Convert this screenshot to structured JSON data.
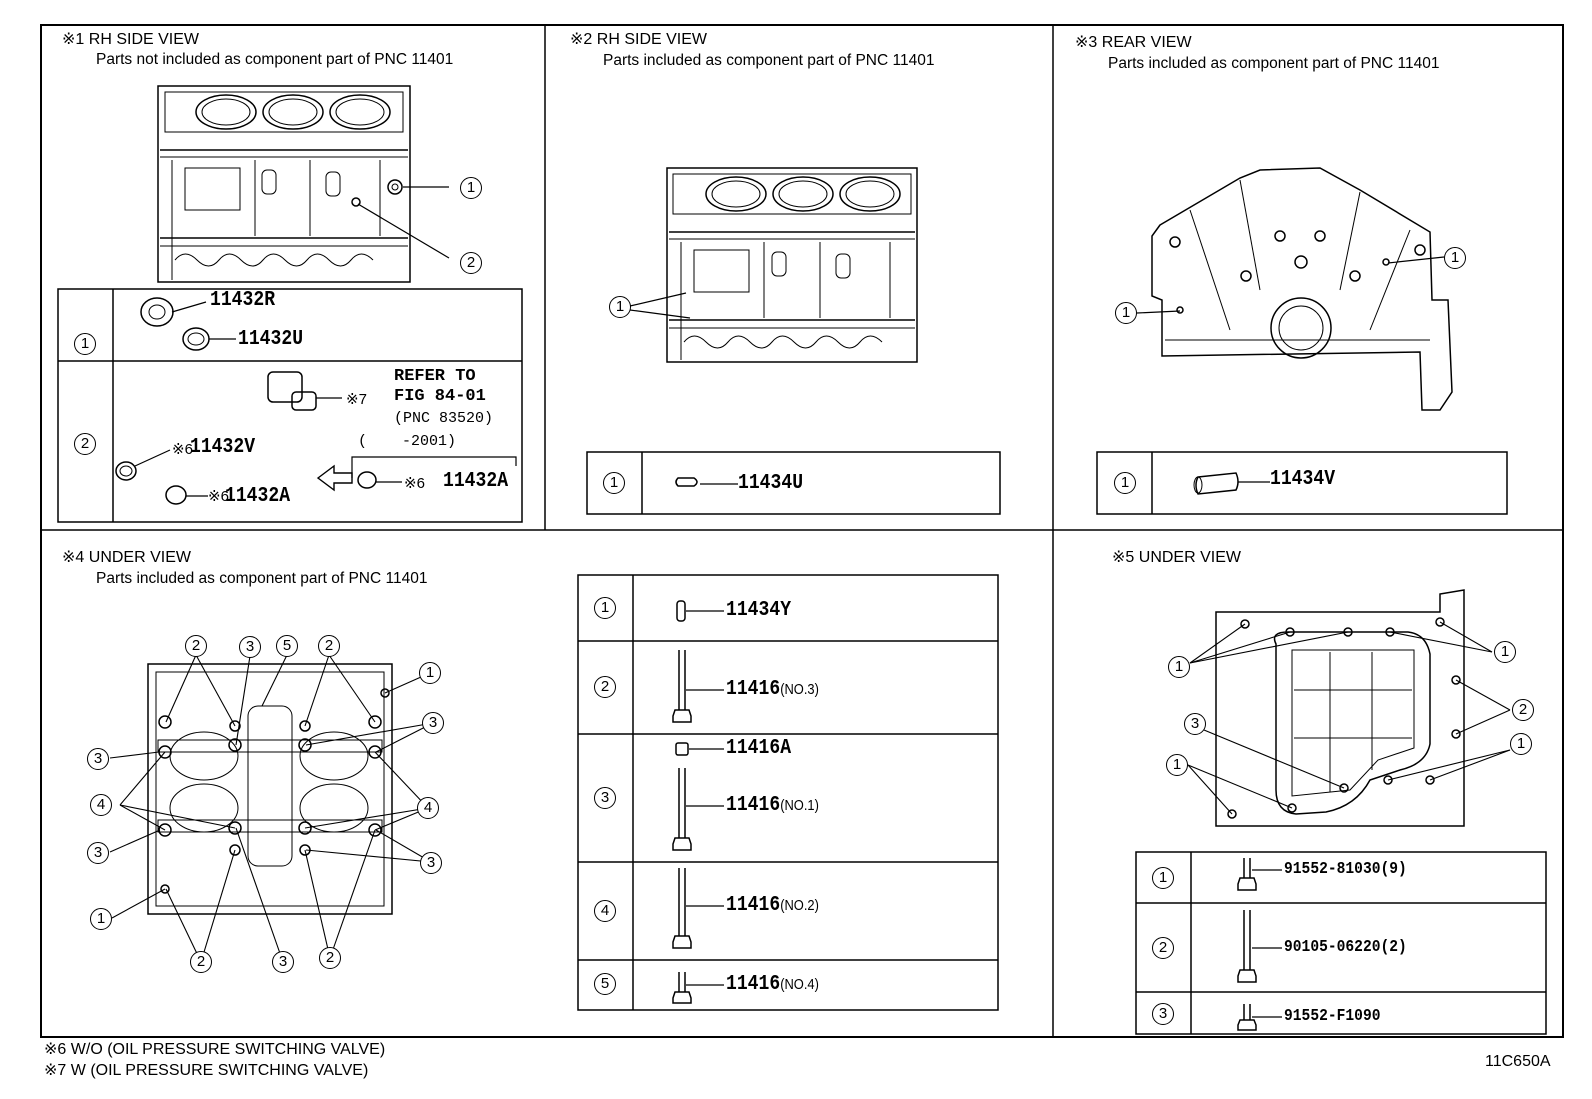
{
  "panels": {
    "p1": {
      "mark": "※1",
      "title": "RH SIDE VIEW",
      "note": "Parts not included as component part of PNC 11401"
    },
    "p2": {
      "mark": "※2",
      "title": "RH SIDE VIEW",
      "note": "Parts included as component part of PNC 11401"
    },
    "p3": {
      "mark": "※3",
      "title": "REAR VIEW",
      "note": "Parts included as component part of PNC 11401"
    },
    "p4": {
      "mark": "※4",
      "title": "UNDER VIEW",
      "note": "Parts included as component part of PNC 11401"
    },
    "p5": {
      "mark": "※5",
      "title": "UNDER VIEW"
    }
  },
  "callout_numbers": [
    "1",
    "2",
    "3",
    "4",
    "5"
  ],
  "legend1": {
    "r1": {
      "a": "11432R",
      "b": "11432U"
    },
    "r2": {
      "mark7": "※7",
      "refer": "REFER TO",
      "fig": "FIG 84-01",
      "pnc": "(PNC 83520)",
      "range_open": "(",
      "range_end": "-2001)",
      "mark6": "※6",
      "v": "11432V",
      "a1": "11432A",
      "a2": "11432A"
    }
  },
  "legend2": {
    "r1": "11434U"
  },
  "legend3": {
    "r1": "11434V"
  },
  "legend4": {
    "r1": "11434Y",
    "r2": {
      "pn": "11416",
      "no": "(NO.3)"
    },
    "r3a": "11416A",
    "r3": {
      "pn": "11416",
      "no": "(NO.1)"
    },
    "r4": {
      "pn": "11416",
      "no": "(NO.2)"
    },
    "r5": {
      "pn": "11416",
      "no": "(NO.4)"
    }
  },
  "legend5": {
    "r1": "91552-81030(9)",
    "r2": "90105-06220(2)",
    "r3": "91552-F1090"
  },
  "footnotes": {
    "n6": {
      "mark": "※6",
      "text": "W/O (OIL PRESSURE SWITCHING VALVE)"
    },
    "n7": {
      "mark": "※7",
      "text": "W (OIL PRESSURE SWITCHING VALVE)"
    }
  },
  "drawing_code": "11C650A"
}
